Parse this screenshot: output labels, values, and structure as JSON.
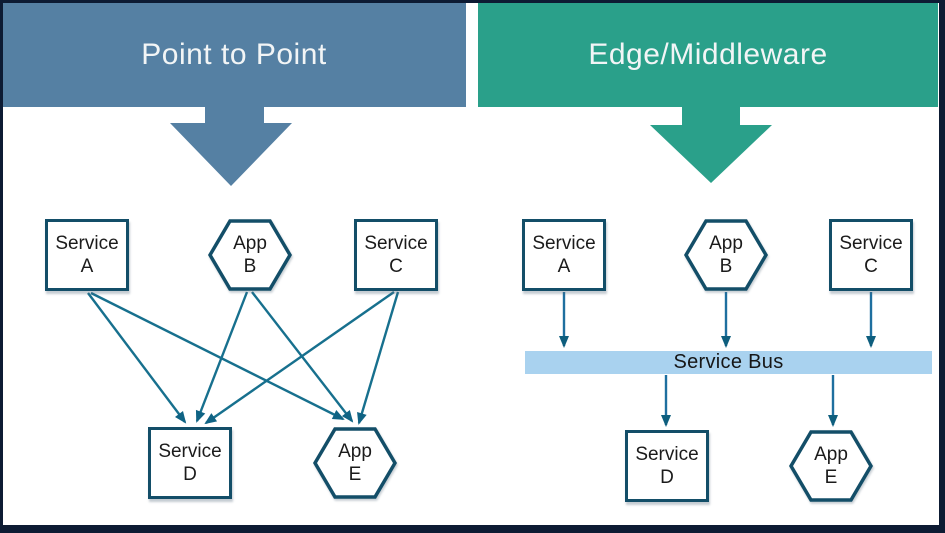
{
  "frame": {
    "border_color": "#0D1B33",
    "background": "#FFFFFF"
  },
  "left_panel": {
    "title": "Point to Point",
    "banner_color": "#5580A3",
    "connector_color": "#17708E",
    "nodes": {
      "a": {
        "line1": "Service",
        "line2": "A",
        "shape": "square"
      },
      "b": {
        "line1": "App",
        "line2": "B",
        "shape": "hexagon"
      },
      "c": {
        "line1": "Service",
        "line2": "C",
        "shape": "square"
      },
      "d": {
        "line1": "Service",
        "line2": "D",
        "shape": "square"
      },
      "e": {
        "line1": "App",
        "line2": "E",
        "shape": "hexagon"
      }
    },
    "edges": [
      {
        "from": "Service A",
        "to": "Service D"
      },
      {
        "from": "Service A",
        "to": "App E"
      },
      {
        "from": "App B",
        "to": "Service D"
      },
      {
        "from": "App B",
        "to": "App E"
      },
      {
        "from": "Service C",
        "to": "Service D"
      },
      {
        "from": "Service C",
        "to": "App E"
      }
    ]
  },
  "right_panel": {
    "title": "Edge/Middleware",
    "banner_color": "#2AA08A",
    "connector_color": "#1E6F9F",
    "bus": {
      "label": "Service Bus",
      "fill": "#A9D2EF"
    },
    "nodes": {
      "a": {
        "line1": "Service",
        "line2": "A",
        "shape": "square"
      },
      "b": {
        "line1": "App",
        "line2": "B",
        "shape": "hexagon"
      },
      "c": {
        "line1": "Service",
        "line2": "C",
        "shape": "square"
      },
      "d": {
        "line1": "Service",
        "line2": "D",
        "shape": "square"
      },
      "e": {
        "line1": "App",
        "line2": "E",
        "shape": "hexagon"
      }
    },
    "edges": [
      {
        "from": "Service A",
        "to": "Service Bus"
      },
      {
        "from": "App B",
        "to": "Service Bus"
      },
      {
        "from": "Service C",
        "to": "Service Bus"
      },
      {
        "from": "Service Bus",
        "to": "Service D"
      },
      {
        "from": "Service Bus",
        "to": "App E"
      }
    ]
  }
}
